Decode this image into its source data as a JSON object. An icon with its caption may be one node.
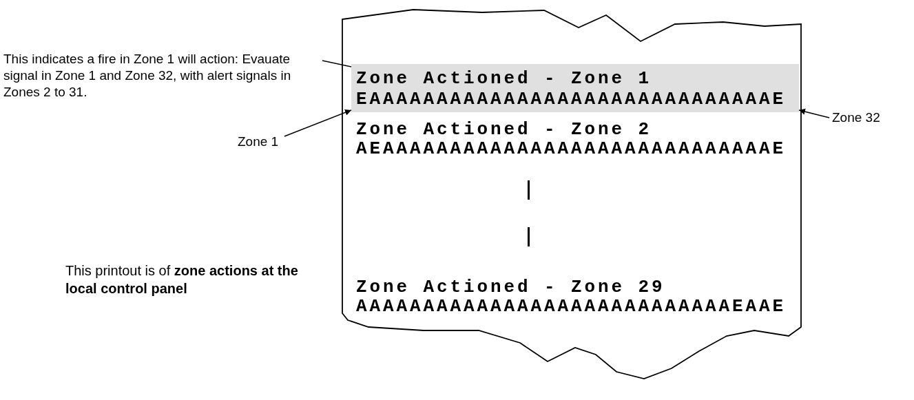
{
  "diagram": {
    "nodes": [
      {
        "text": [
          "This indicates a fire in Zone 1 will action: Evauate signal in Zone 1 and Zone 32, with alert signals in Zones 2 to 31."
        ]
      },
      {
        "text": [
          "Zone Actioned - Zone 2",
          "AEAAAAAAAAAAAAAAAAAAAAAAAAAAAAAE",
          "Zone Actioned - Zone 29",
          "AAAAAAAAAAAAAAAAAAAAAAAAAAAAEAAE"
        ]
      },
      {
        "text": [
          "Zone Actioned - Zone 1",
          "EAAAAAAAAAAAAAAAAAAAAAAAAAAAAAAE"
        ],
        "in": 1
      },
      {
        "text": [
          "Zone 1"
        ]
      },
      {
        "text": [
          "Zone 32"
        ]
      }
    ],
    "edges": [
      {
        "from": 0,
        "to": 2,
        "arrow": "none"
      },
      {
        "from": 3,
        "to": 2,
        "arrow": "to"
      },
      {
        "from": 4,
        "to": 2,
        "arrow": "to"
      }
    ],
    "labels": [
      "This printout is of **zone actions at the local control panel**"
    ]
  }
}
